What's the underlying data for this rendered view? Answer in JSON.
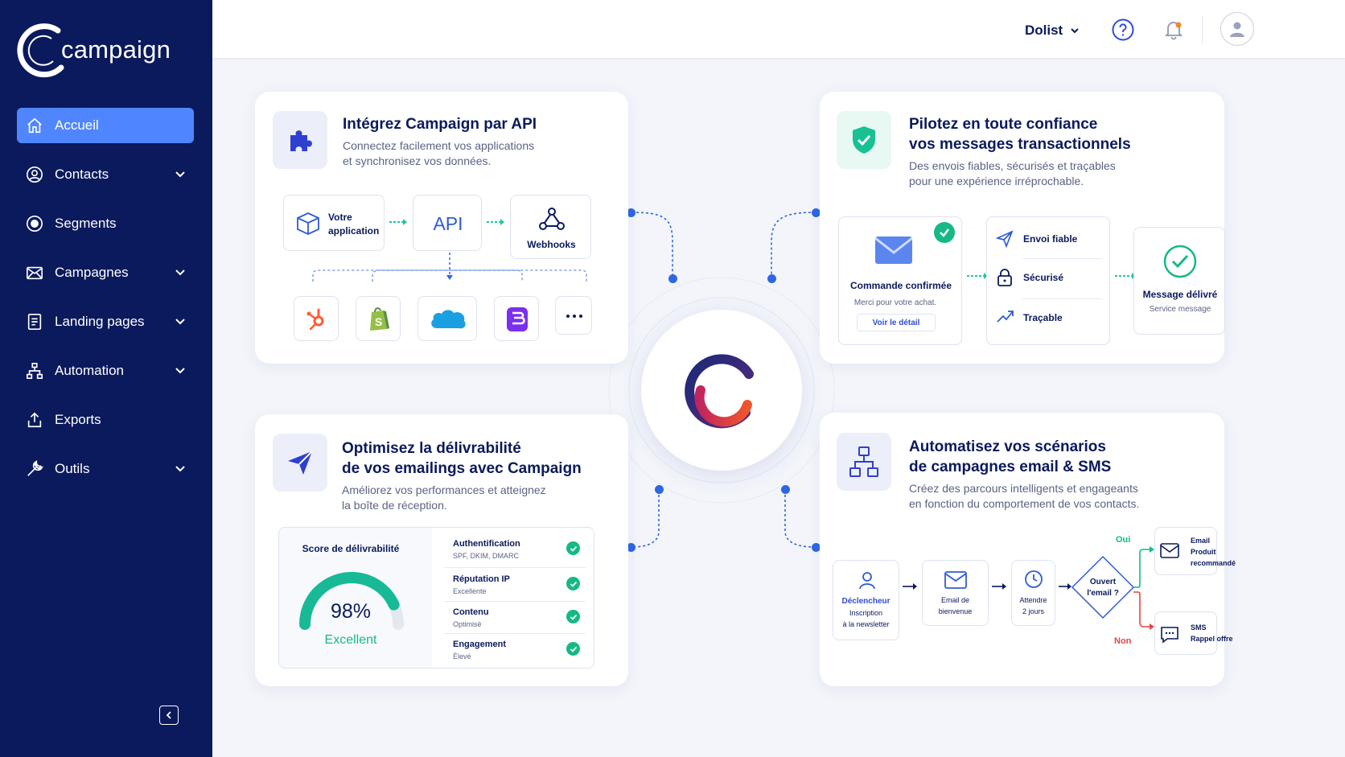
{
  "brand": {
    "name": "campaign"
  },
  "sidebar": {
    "items": [
      {
        "label": "Accueil",
        "icon": "home-icon",
        "active": true,
        "has_children": false
      },
      {
        "label": "Contacts",
        "icon": "user-icon",
        "has_children": true
      },
      {
        "label": "Segments",
        "icon": "target-icon",
        "has_children": false
      },
      {
        "label": "Campagnes",
        "icon": "mail-icon",
        "has_children": true
      },
      {
        "label": "Landing pages",
        "icon": "document-icon",
        "has_children": true
      },
      {
        "label": "Automation",
        "icon": "flow-icon",
        "has_children": true
      },
      {
        "label": "Exports",
        "icon": "upload-icon",
        "has_children": false
      },
      {
        "label": "Outils",
        "icon": "wrench-icon",
        "has_children": true
      }
    ]
  },
  "header": {
    "account": "Dolist"
  },
  "colors": {
    "sidebar": "#0b1a5c",
    "accent": "#4f86ff",
    "success": "#16b985",
    "teal": "#1cc9a0",
    "link": "#2f66e4"
  },
  "api_card": {
    "title": "Intégrez Campaign par API",
    "desc1": "Connectez facilement vos applications",
    "desc2": "et synchronisez vos données.",
    "app1": "Votre",
    "app2": "application",
    "api": "API",
    "webhooks": "Webhooks",
    "integrations": [
      "hubspot-icon",
      "shopify-icon",
      "salesforce-icon",
      "brevo-icon",
      "more-icon"
    ]
  },
  "trans_card": {
    "title1": "Pilotez en toute confiance",
    "title2": "vos messages transactionnels",
    "desc1": "Des envois fiables, sécurisés et traçables",
    "desc2": "pour une expérience irréprochable.",
    "order_title": "Commande confirmée",
    "order_text": "Merci pour votre achat.",
    "order_link": "Voir le détail",
    "features": [
      "Envoi fiable",
      "Sécurisé",
      "Traçable"
    ],
    "delivered": "Message délivré",
    "delivered_sub": "Service message"
  },
  "deliv_card": {
    "title1": "Optimisez la délivrabilité",
    "title2": "de vos emailings avec Campaign",
    "desc1": "Améliorez vos performances et atteignez",
    "desc2": "la boîte de réception.",
    "score_label": "Score de délivrabilité",
    "score": "98%",
    "score_value": 0.98,
    "score_text": "Excellent",
    "checks": [
      {
        "title": "Authentification",
        "sub": "SPF, DKIM, DMARC"
      },
      {
        "title": "Réputation IP",
        "sub": "Excellente"
      },
      {
        "title": "Contenu",
        "sub": "Optimisé"
      },
      {
        "title": "Engagement",
        "sub": "Élevé"
      }
    ]
  },
  "auto_card": {
    "title1": "Automatisez vos scénarios",
    "title2": "de campagnes email & SMS",
    "desc1": "Créez des parcours intelligents et engageants",
    "desc2": "en fonction du comportement de vos contacts.",
    "trigger": "Déclencheur",
    "trigger_sub1": "Inscription",
    "trigger_sub2": "à la newsletter",
    "welcome1": "Email de",
    "welcome2": "bienvenue",
    "wait1": "Attendre",
    "wait2": "2 jours",
    "opened1": "Ouvert",
    "opened2": "l'email ?",
    "yes": "Oui",
    "no": "Non",
    "email_prod1": "Email",
    "email_prod2": "Produit",
    "email_prod3": "recommandé",
    "sms1": "SMS",
    "sms2": "Rappel offre"
  }
}
